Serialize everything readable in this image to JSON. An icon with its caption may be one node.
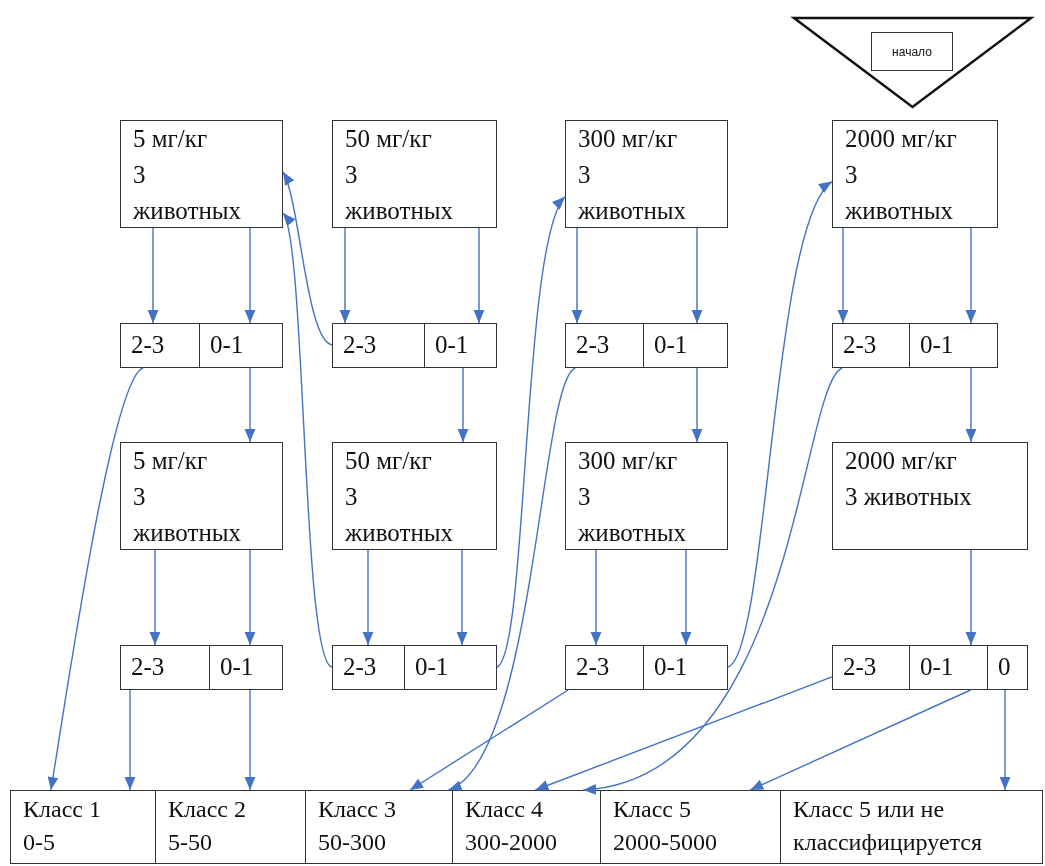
{
  "diagram": {
    "nodes": [
      {
        "text": [],
        "shape": "triangle"
      },
      {
        "text": [
          "начало"
        ],
        "in": 0
      },
      {
        "text": [
          "5 мг/кг",
          "3",
          "животных"
        ]
      },
      {
        "text": [
          "50 мг/кг",
          "3",
          "животных"
        ]
      },
      {
        "text": [
          "300 мг/кг",
          "3",
          "животных"
        ]
      },
      {
        "text": [
          "2000 мг/кг",
          "3",
          "животных"
        ]
      },
      {
        "text": [
          "2-3"
        ]
      },
      {
        "text": [
          "0-1"
        ]
      },
      {
        "text": [
          "2-3"
        ]
      },
      {
        "text": [
          "0-1"
        ]
      },
      {
        "text": [
          "2-3"
        ]
      },
      {
        "text": [
          "0-1"
        ]
      },
      {
        "text": [
          "2-3"
        ]
      },
      {
        "text": [
          "0-1"
        ]
      },
      {
        "text": [
          "5 мг/кг",
          "3",
          "животных"
        ]
      },
      {
        "text": [
          "50 мг/кг",
          "3",
          "животных"
        ]
      },
      {
        "text": [
          "300 мг/кг",
          "3",
          "животных"
        ]
      },
      {
        "text": [
          "2000 мг/кг",
          "3 животных"
        ]
      },
      {
        "text": [
          "2-3"
        ]
      },
      {
        "text": [
          "0-1"
        ]
      },
      {
        "text": [
          "2-3"
        ]
      },
      {
        "text": [
          "0-1"
        ]
      },
      {
        "text": [
          "2-3"
        ]
      },
      {
        "text": [
          "0-1"
        ]
      },
      {
        "text": [
          "2-3"
        ]
      },
      {
        "text": [
          "0-1"
        ]
      },
      {
        "text": [
          "0"
        ]
      },
      {
        "text": [
          "Класс 1",
          "0-5"
        ]
      },
      {
        "text": [
          "Класс 2",
          "5-50"
        ]
      },
      {
        "text": [
          "Класс 3",
          "50-300"
        ]
      },
      {
        "text": [
          "Класс 4",
          "300-2000"
        ]
      },
      {
        "text": [
          "Класс 5",
          "2000-5000"
        ]
      },
      {
        "text": [
          "Класс 5 или не классифицируется"
        ]
      }
    ],
    "edges": [
      {
        "from": 2,
        "to": 6,
        "arrow": "to"
      },
      {
        "from": 2,
        "to": 7,
        "arrow": "to"
      },
      {
        "from": 3,
        "to": 8,
        "arrow": "to"
      },
      {
        "from": 3,
        "to": 9,
        "arrow": "to"
      },
      {
        "from": 4,
        "to": 10,
        "arrow": "to"
      },
      {
        "from": 4,
        "to": 11,
        "arrow": "to"
      },
      {
        "from": 5,
        "to": 12,
        "arrow": "to"
      },
      {
        "from": 5,
        "to": 13,
        "arrow": "to"
      },
      {
        "from": 7,
        "to": 14,
        "arrow": "to"
      },
      {
        "from": 9,
        "to": 15,
        "arrow": "to"
      },
      {
        "from": 11,
        "to": 16,
        "arrow": "to"
      },
      {
        "from": 13,
        "to": 17,
        "arrow": "to"
      },
      {
        "from": 6,
        "to": 27,
        "arrow": "to"
      },
      {
        "from": 8,
        "to": 2,
        "arrow": "to"
      },
      {
        "from": 10,
        "to": 29,
        "arrow": "to"
      },
      {
        "from": 12,
        "to": 30,
        "arrow": "to"
      },
      {
        "from": 14,
        "to": 18,
        "arrow": "to"
      },
      {
        "from": 14,
        "to": 19,
        "arrow": "to"
      },
      {
        "from": 15,
        "to": 20,
        "arrow": "to"
      },
      {
        "from": 15,
        "to": 21,
        "arrow": "to"
      },
      {
        "from": 16,
        "to": 22,
        "arrow": "to"
      },
      {
        "from": 16,
        "to": 23,
        "arrow": "to"
      },
      {
        "from": 17,
        "to": 25,
        "arrow": "to"
      },
      {
        "from": 18,
        "to": 27,
        "arrow": "to"
      },
      {
        "from": 19,
        "to": 28,
        "arrow": "to"
      },
      {
        "from": 20,
        "to": 2,
        "arrow": "to"
      },
      {
        "from": 21,
        "to": 4,
        "arrow": "to"
      },
      {
        "from": 22,
        "to": 29,
        "arrow": "to"
      },
      {
        "from": 23,
        "to": 5,
        "arrow": "to"
      },
      {
        "from": 24,
        "to": 30,
        "arrow": "to"
      },
      {
        "from": 25,
        "to": 31,
        "arrow": "to"
      },
      {
        "from": 26,
        "to": 32,
        "arrow": "to"
      }
    ]
  }
}
